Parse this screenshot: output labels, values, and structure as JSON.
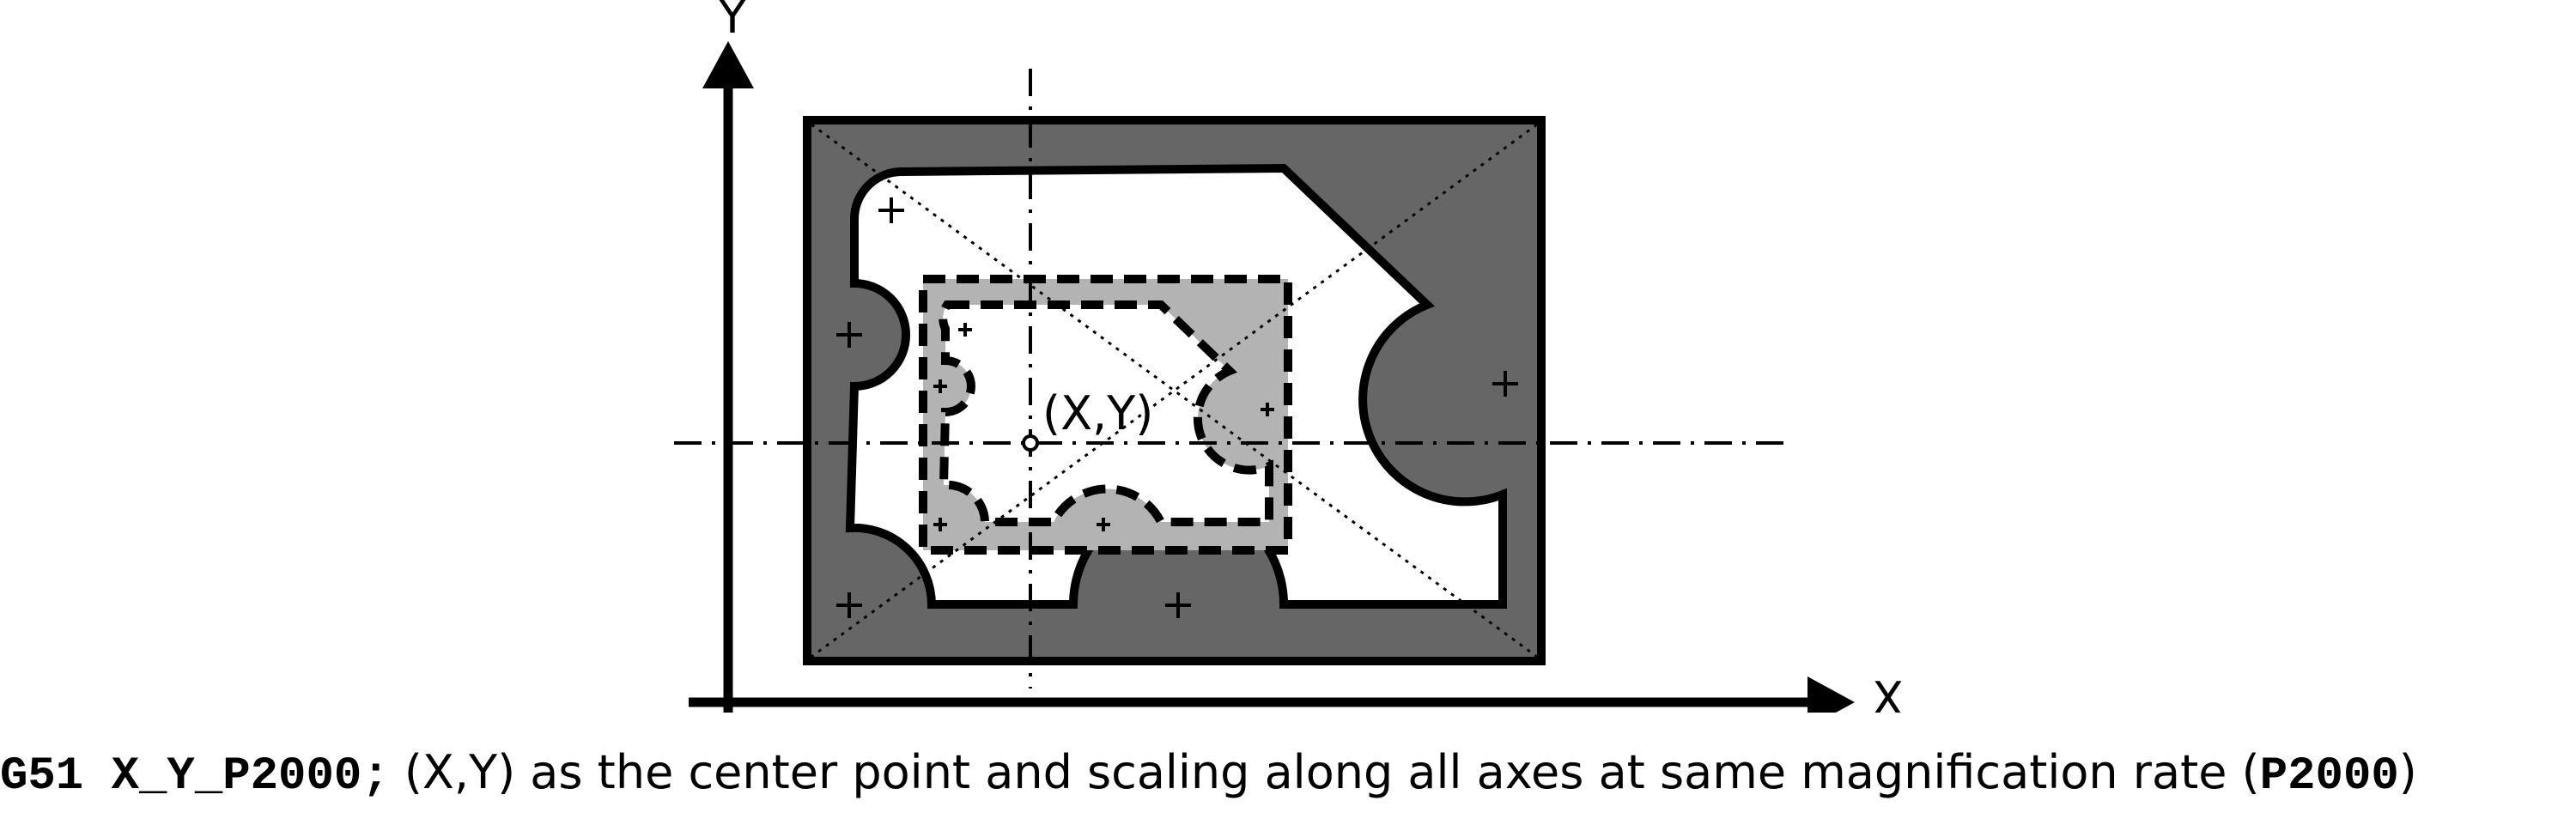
{
  "axes": {
    "x_label": "X",
    "y_label": "Y"
  },
  "center_label": "(X,Y)",
  "caption": {
    "code": "G51 X_Y_P2000;",
    "text": " (X,Y) as the center point and scaling along all axes at same magnification rate (",
    "code_end": "P2000",
    "text_end": ")"
  },
  "colors": {
    "outer_fill": "#666666",
    "scaled_fill": "#b3b3b3",
    "line": "#000000",
    "background": "#ffffff"
  }
}
